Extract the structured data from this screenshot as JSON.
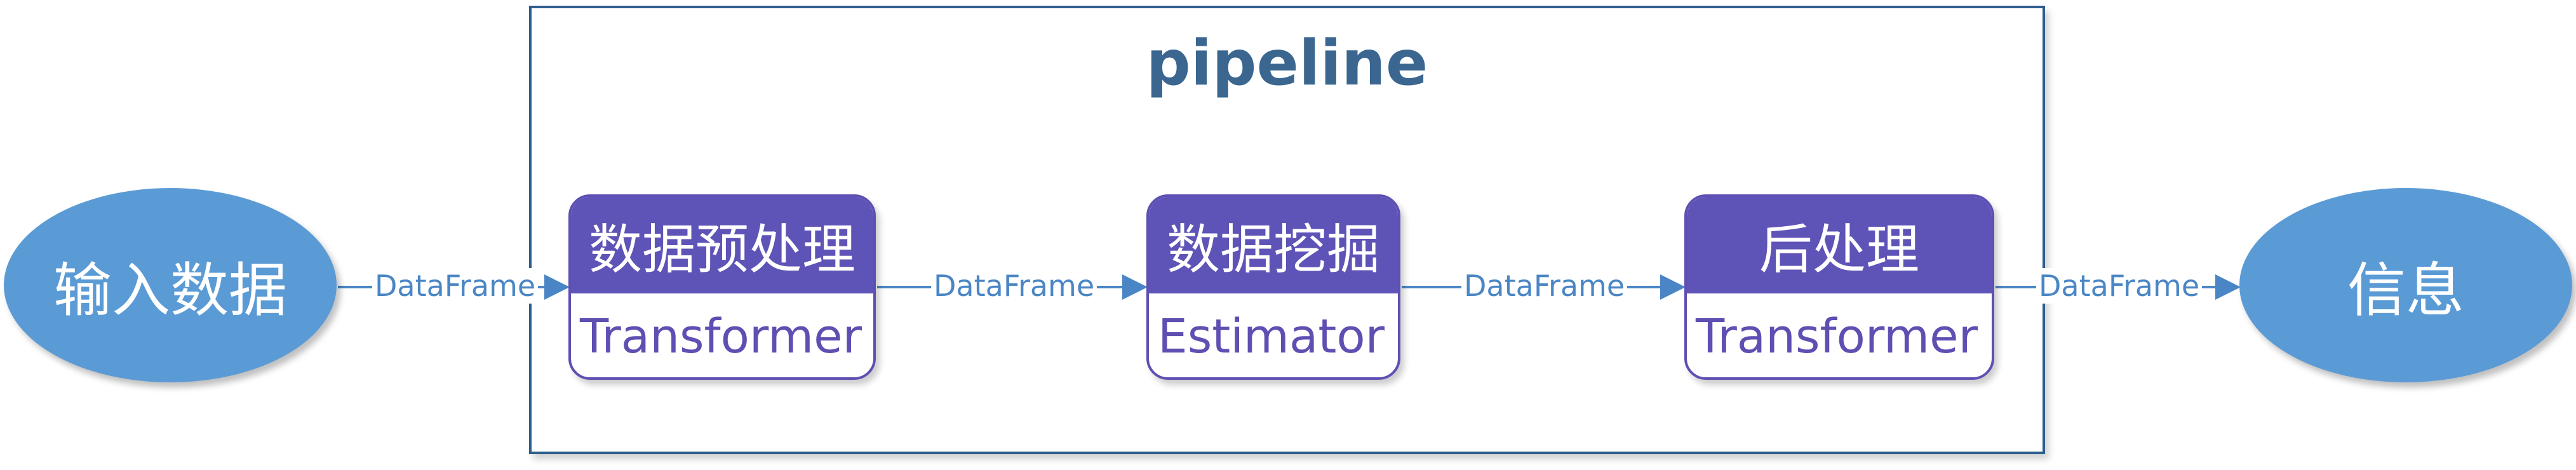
{
  "pipeline": {
    "title": "pipeline"
  },
  "input_node": {
    "label": "输入数据"
  },
  "output_node": {
    "label": "信息"
  },
  "stages": [
    {
      "title": "数据预处理",
      "role": "Transformer"
    },
    {
      "title": "数据挖掘",
      "role": "Estimator"
    },
    {
      "title": "后处理",
      "role": "Transformer"
    }
  ],
  "edges": [
    {
      "label": "DataFrame"
    },
    {
      "label": "DataFrame"
    },
    {
      "label": "DataFrame"
    },
    {
      "label": "DataFrame"
    }
  ],
  "colors": {
    "ellipse_fill": "#5b9bd5",
    "stage_header": "#5e53b6",
    "stage_text": "#5e4fb2",
    "pipeline_border": "#2e5e8e",
    "pipeline_title": "#3a6690",
    "edge": "#4a86c5"
  }
}
